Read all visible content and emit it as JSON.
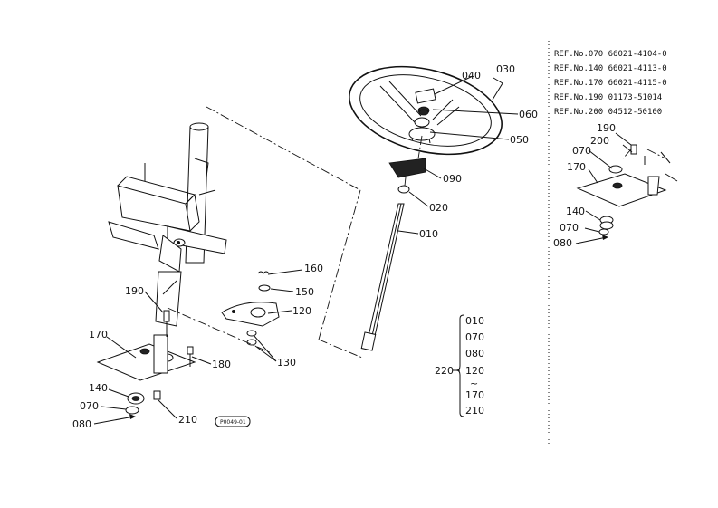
{
  "ref_notes": [
    "REF.No.070  66021-4104-0",
    "REF.No.140  66021-4113-0",
    "REF.No.170  66021-4115-0",
    "REF.No.190  01173-51014",
    "REF.No.200  04512-50100"
  ],
  "part_labels": {
    "p010": "010",
    "p020": "020",
    "p030": "030",
    "p040": "040",
    "p050": "050",
    "p060": "060",
    "p090": "090",
    "p120": "120",
    "p130": "130",
    "p150": "150",
    "p160": "160",
    "p170_left": "170",
    "p180": "180",
    "p190_left": "190",
    "p140_left": "140",
    "p070_left": "070",
    "p080_left": "080",
    "p210": "210",
    "p190_right": "190",
    "p200_right": "200",
    "p070_right": "070",
    "p170_right": "170",
    "p140_right": "140",
    "p070_right2": "070",
    "p080_right": "080"
  },
  "assembly_220": {
    "label": "220",
    "items": [
      "010",
      "070",
      "080",
      "120",
      "~",
      "170",
      "210"
    ]
  },
  "drawing_code": "P0049-01"
}
